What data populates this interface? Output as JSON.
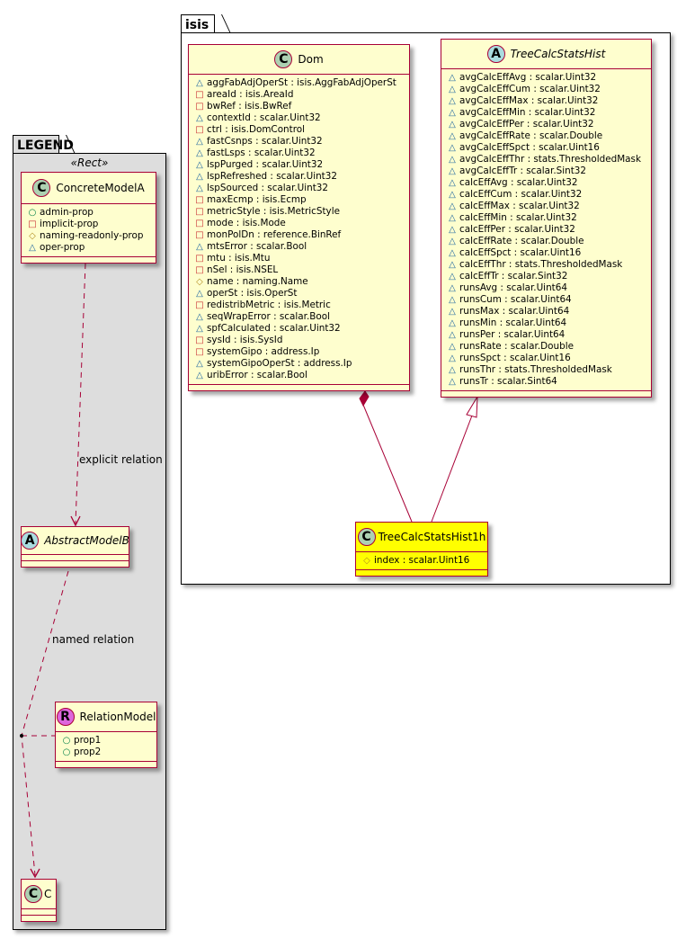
{
  "legend": {
    "title": "LEGEND",
    "stereotype": "«Rect»",
    "concrete_model": {
      "name": "ConcreteModelA",
      "badge": "C",
      "attributes": [
        {
          "vis": "public",
          "text": "admin-prop"
        },
        {
          "vis": "private",
          "text": "implicit-prop"
        },
        {
          "vis": "protected",
          "text": "naming-readonly-prop"
        },
        {
          "vis": "package",
          "text": "oper-prop"
        }
      ]
    },
    "abstract_model": {
      "name": "AbstractModelB",
      "badge": "A"
    },
    "relation_model": {
      "name": "RelationModel",
      "badge": "R",
      "attributes": [
        {
          "vis": "public",
          "text": "prop1"
        },
        {
          "vis": "public",
          "text": "prop2"
        }
      ]
    },
    "c_model": {
      "name": "C",
      "badge": "C"
    },
    "explicit_relation_label": "explicit relation",
    "named_relation_label": "named relation"
  },
  "package": {
    "title": "isis",
    "dom": {
      "name": "Dom",
      "badge": "C",
      "attributes": [
        {
          "vis": "package",
          "text": "aggFabAdjOperSt : isis.AggFabAdjOperSt"
        },
        {
          "vis": "private",
          "text": "areaId : isis.AreaId"
        },
        {
          "vis": "private",
          "text": "bwRef : isis.BwRef"
        },
        {
          "vis": "package",
          "text": "contextId : scalar.Uint32"
        },
        {
          "vis": "private",
          "text": "ctrl : isis.DomControl"
        },
        {
          "vis": "package",
          "text": "fastCsnps : scalar.Uint32"
        },
        {
          "vis": "package",
          "text": "fastLsps : scalar.Uint32"
        },
        {
          "vis": "package",
          "text": "lspPurged : scalar.Uint32"
        },
        {
          "vis": "package",
          "text": "lspRefreshed : scalar.Uint32"
        },
        {
          "vis": "package",
          "text": "lspSourced : scalar.Uint32"
        },
        {
          "vis": "private",
          "text": "maxEcmp : isis.Ecmp"
        },
        {
          "vis": "private",
          "text": "metricStyle : isis.MetricStyle"
        },
        {
          "vis": "private",
          "text": "mode : isis.Mode"
        },
        {
          "vis": "private",
          "text": "monPolDn : reference.BinRef"
        },
        {
          "vis": "package",
          "text": "mtsError : scalar.Bool"
        },
        {
          "vis": "private",
          "text": "mtu : isis.Mtu"
        },
        {
          "vis": "private",
          "text": "nSel : isis.NSEL"
        },
        {
          "vis": "protected",
          "text": "name : naming.Name"
        },
        {
          "vis": "package",
          "text": "operSt : isis.OperSt"
        },
        {
          "vis": "private",
          "text": "redistribMetric : isis.Metric"
        },
        {
          "vis": "package",
          "text": "seqWrapError : scalar.Bool"
        },
        {
          "vis": "package",
          "text": "spfCalculated : scalar.Uint32"
        },
        {
          "vis": "private",
          "text": "sysId : isis.SysId"
        },
        {
          "vis": "private",
          "text": "systemGipo : address.Ip"
        },
        {
          "vis": "package",
          "text": "systemGipoOperSt : address.Ip"
        },
        {
          "vis": "package",
          "text": "uribError : scalar.Bool"
        }
      ]
    },
    "tree_calc_stats_hist": {
      "name": "TreeCalcStatsHist",
      "badge": "A",
      "attributes": [
        {
          "vis": "package",
          "text": "avgCalcEffAvg : scalar.Uint32"
        },
        {
          "vis": "package",
          "text": "avgCalcEffCum : scalar.Uint32"
        },
        {
          "vis": "package",
          "text": "avgCalcEffMax : scalar.Uint32"
        },
        {
          "vis": "package",
          "text": "avgCalcEffMin : scalar.Uint32"
        },
        {
          "vis": "package",
          "text": "avgCalcEffPer : scalar.Uint32"
        },
        {
          "vis": "package",
          "text": "avgCalcEffRate : scalar.Double"
        },
        {
          "vis": "package",
          "text": "avgCalcEffSpct : scalar.Uint16"
        },
        {
          "vis": "package",
          "text": "avgCalcEffThr : stats.ThresholdedMask"
        },
        {
          "vis": "package",
          "text": "avgCalcEffTr : scalar.Sint32"
        },
        {
          "vis": "package",
          "text": "calcEffAvg : scalar.Uint32"
        },
        {
          "vis": "package",
          "text": "calcEffCum : scalar.Uint32"
        },
        {
          "vis": "package",
          "text": "calcEffMax : scalar.Uint32"
        },
        {
          "vis": "package",
          "text": "calcEffMin : scalar.Uint32"
        },
        {
          "vis": "package",
          "text": "calcEffPer : scalar.Uint32"
        },
        {
          "vis": "package",
          "text": "calcEffRate : scalar.Double"
        },
        {
          "vis": "package",
          "text": "calcEffSpct : scalar.Uint16"
        },
        {
          "vis": "package",
          "text": "calcEffThr : stats.ThresholdedMask"
        },
        {
          "vis": "package",
          "text": "calcEffTr : scalar.Sint32"
        },
        {
          "vis": "package",
          "text": "runsAvg : scalar.Uint64"
        },
        {
          "vis": "package",
          "text": "runsCum : scalar.Uint64"
        },
        {
          "vis": "package",
          "text": "runsMax : scalar.Uint64"
        },
        {
          "vis": "package",
          "text": "runsMin : scalar.Uint64"
        },
        {
          "vis": "package",
          "text": "runsPer : scalar.Uint64"
        },
        {
          "vis": "package",
          "text": "runsRate : scalar.Double"
        },
        {
          "vis": "package",
          "text": "runsSpct : scalar.Uint16"
        },
        {
          "vis": "package",
          "text": "runsThr : stats.ThresholdedMask"
        },
        {
          "vis": "package",
          "text": "runsTr : scalar.Sint64"
        }
      ]
    },
    "tree_calc_stats_hist_1h": {
      "name": "TreeCalcStatsHist1h",
      "badge": "C",
      "attributes": [
        {
          "vis": "protected",
          "text": "index : scalar.Uint16"
        }
      ]
    }
  },
  "visibility_icons": {
    "public": "○",
    "private": "□",
    "protected": "◇",
    "package": "△"
  }
}
